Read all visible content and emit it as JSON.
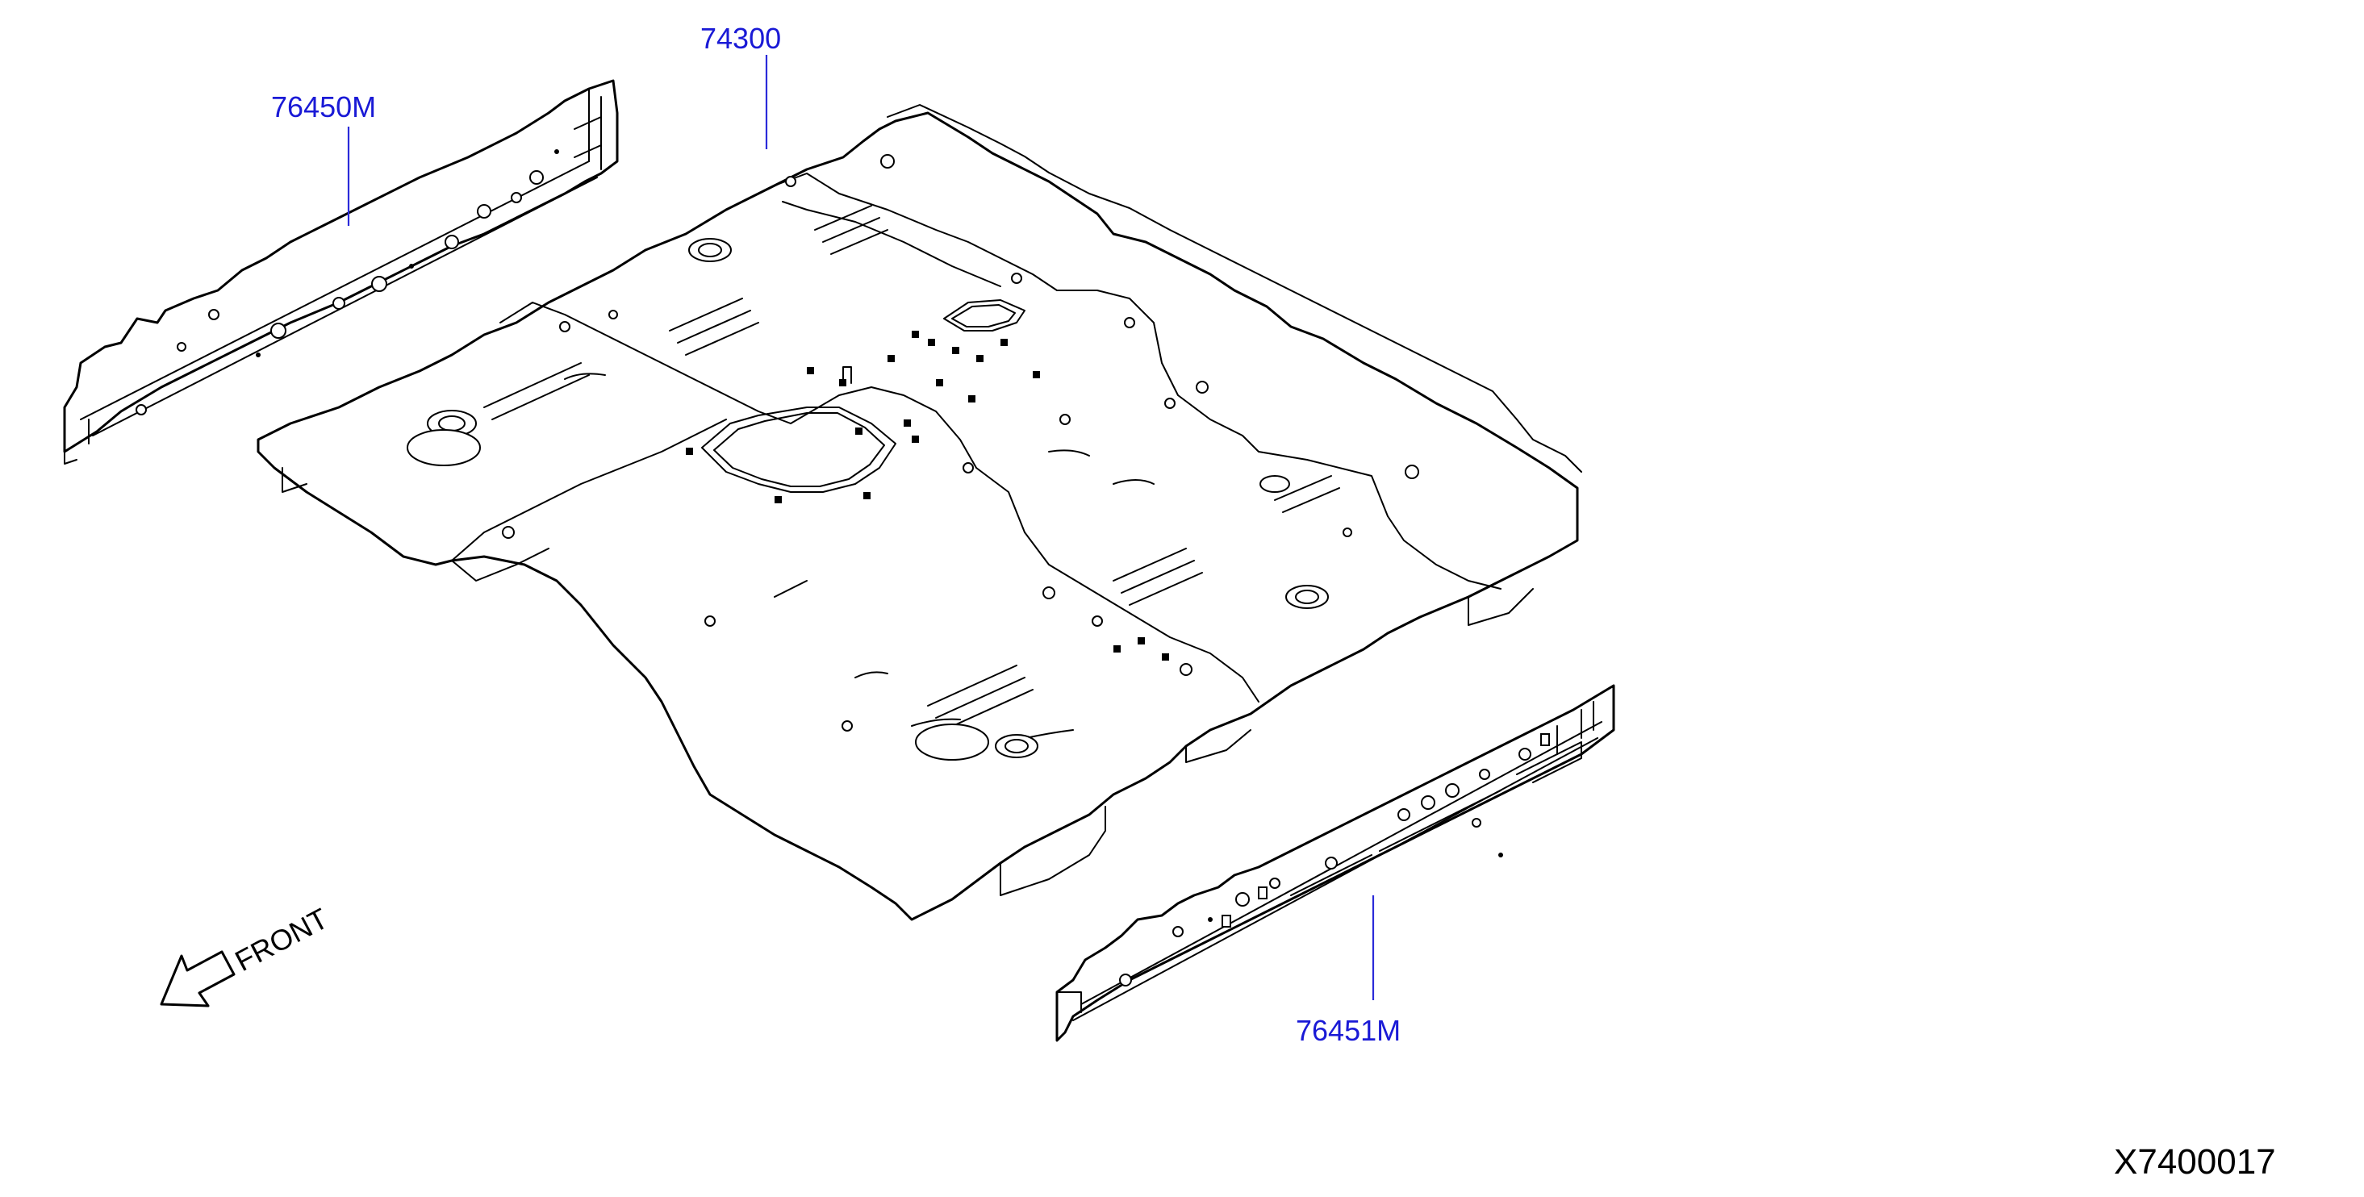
{
  "labels": {
    "floor_panel": "74300",
    "side_member_left": "76450M",
    "side_member_right": "76451M",
    "direction": "FRONT",
    "diagram_code": "X7400017"
  },
  "colors": {
    "label_text": "#1a1ad6",
    "leader_line": "#2b2bd9",
    "line_art": "#000000",
    "code_text": "#000000"
  },
  "icons": {
    "direction_arrow": "front-arrow-icon"
  }
}
